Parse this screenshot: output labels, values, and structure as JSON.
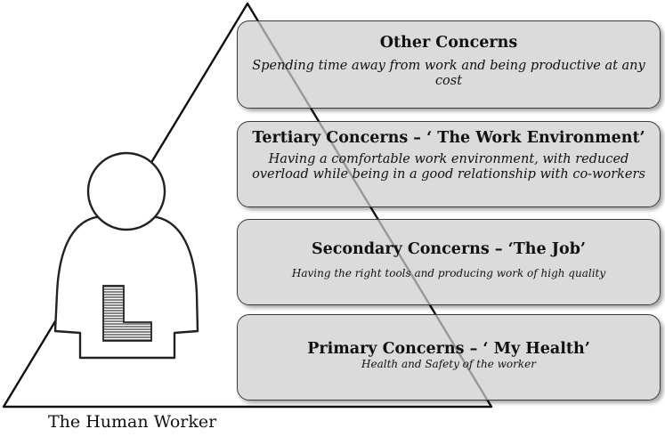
{
  "diagram": {
    "caption": "The Human Worker",
    "concerns": [
      {
        "id": "other",
        "title": "Other Concerns",
        "description": "Spending time away from work and being productive at any cost"
      },
      {
        "id": "tertiary",
        "title": "Tertiary Concerns – ‘ The Work Environment’",
        "description": "Having a comfortable work environment, with reduced overload while being in a good relationship with co-workers"
      },
      {
        "id": "secondary",
        "title": "Secondary Concerns – ‘The Job’",
        "description": "Having the right tools and producing work of high quality"
      },
      {
        "id": "primary",
        "title": "Primary Concerns – ‘ My Health’",
        "description": "Health and Safety of the worker"
      }
    ]
  }
}
